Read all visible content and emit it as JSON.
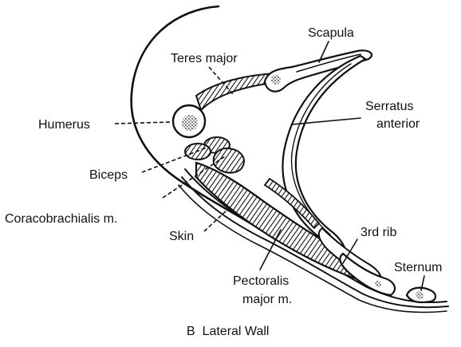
{
  "labels": {
    "scapula": "Scapula",
    "teres_major": "Teres major",
    "humerus": "Humerus",
    "serratus_line1": "Serratus",
    "serratus_line2": "anterior",
    "biceps": "Biceps",
    "coracobrachialis": "Coracobrachialis m.",
    "skin": "Skin",
    "third_rib": "3rd rib",
    "sternum": "Sternum",
    "pectoralis_line1": "Pectoralis",
    "pectoralis_line2": "major m."
  },
  "caption": "B  Lateral Wall"
}
